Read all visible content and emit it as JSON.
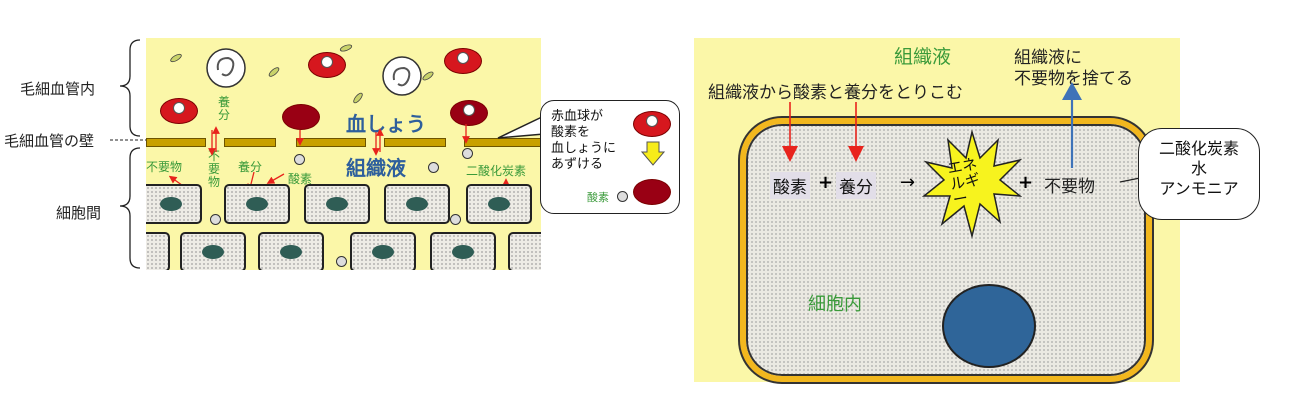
{
  "left_diagram": {
    "labels": {
      "capillary_inside": "毛細血管内",
      "capillary_wall": "毛細血管の壁",
      "intercellular": "細胞間",
      "plasma": "血しょう",
      "tissue_fluid": "組織液",
      "nutrients": "養分",
      "waste": "不要物",
      "nutrients2": "養分",
      "waste2": "不要物",
      "oxygen": "酸素",
      "co2": "二酸化炭素"
    },
    "callout": {
      "line1": "赤血球が",
      "line2": "酸素を",
      "line3": "血しょうに",
      "line4": "あずける",
      "oxygen": "酸素"
    }
  },
  "right_diagram": {
    "tissue_fluid": "組織液",
    "intake": "組織液から酸素と養分をとりこむ",
    "discard_line1": "組織液に",
    "discard_line2": "不要物を捨てる",
    "oxygen": "酸素",
    "plus1": "+",
    "nutrients": "養分",
    "arrow": "→",
    "energy_line1": "エネ",
    "energy_line2": "ルギ",
    "energy_line3": "ー",
    "plus2": "+",
    "waste": "不要物",
    "cell_inside": "細胞内",
    "bubble": {
      "line1": "二酸化炭素",
      "line2": "水",
      "line3": "アンモニア"
    }
  },
  "colors": {
    "fluid": "#fbf7a8",
    "red_arrow": "#e8231c",
    "blue_arrow": "#3f73b8",
    "label_green": "#3a9a3a",
    "nucleus_big": "#2f6599"
  }
}
